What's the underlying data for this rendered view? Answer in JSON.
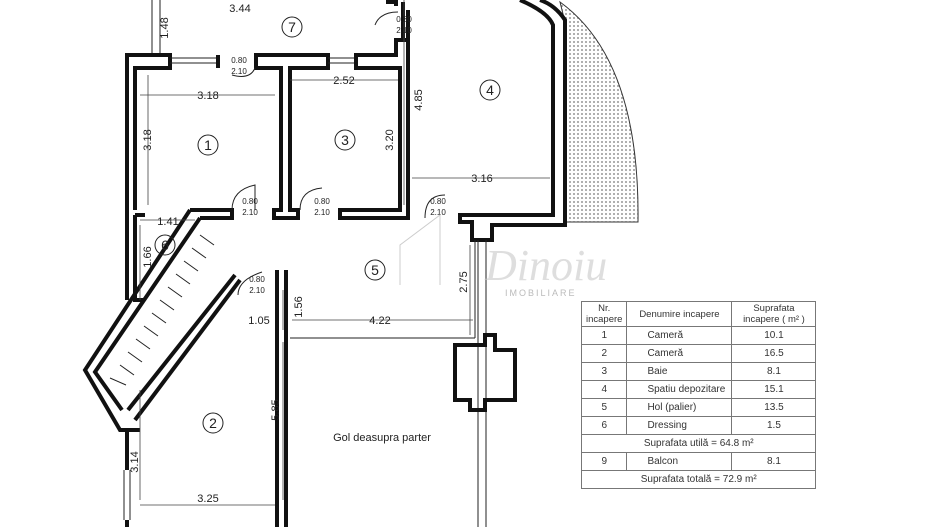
{
  "plan": {
    "rooms": [
      "1",
      "2",
      "3",
      "4",
      "5",
      "6",
      "7"
    ],
    "dimensions": {
      "top": "3.44",
      "d148": "1.48",
      "r1_width": "3.18",
      "r1_height": "3.18",
      "r3_width": "2.52",
      "r3_height": "3.20",
      "r4_height": "4.85",
      "r4_width": "3.16",
      "r6_width": "1.41",
      "r6_height": "1.66",
      "d156": "1.56",
      "d105": "1.05",
      "d422": "4.22",
      "d275": "2.75",
      "d585": "5.85",
      "d314": "3.14",
      "d325": "3.25"
    },
    "door_w": "0.80",
    "door_h": "2.10",
    "void_label": "Gol deasupra parter",
    "watermark": "Dinoiu",
    "watermark_sub": "IMOBILIARE"
  },
  "table": {
    "headers": [
      "Nr. incapere",
      "Denumire incapere",
      "Suprafata incapere ( m² )"
    ],
    "rows": [
      {
        "nr": "1",
        "name": "Cameră",
        "area": "10.1"
      },
      {
        "nr": "2",
        "name": "Cameră",
        "area": "16.5"
      },
      {
        "nr": "3",
        "name": "Baie",
        "area": "8.1"
      },
      {
        "nr": "4",
        "name": "Spatiu depozitare",
        "area": "15.1"
      },
      {
        "nr": "5",
        "name": "Hol (palier)",
        "area": "13.5"
      },
      {
        "nr": "6",
        "name": "Dressing",
        "area": "1.5"
      }
    ],
    "useful": "Suprafata utilă = 64.8 m²",
    "balcony": {
      "nr": "9",
      "name": "Balcon",
      "area": "8.1"
    },
    "total": "Suprafata totală = 72.9 m²"
  }
}
